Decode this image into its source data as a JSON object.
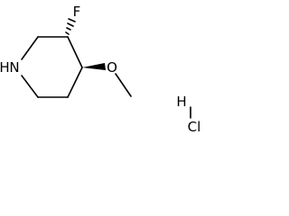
{
  "molecule": {
    "atoms": {
      "ring_nitrogen": "N",
      "ring_nitrogen_hydrogen": "H",
      "fluorine": "F",
      "oxygen": "O"
    },
    "salt": {
      "hydrogen": "H",
      "chlorine": "Cl"
    },
    "colors": {
      "ink": "#000000",
      "background": "#ffffff"
    }
  }
}
